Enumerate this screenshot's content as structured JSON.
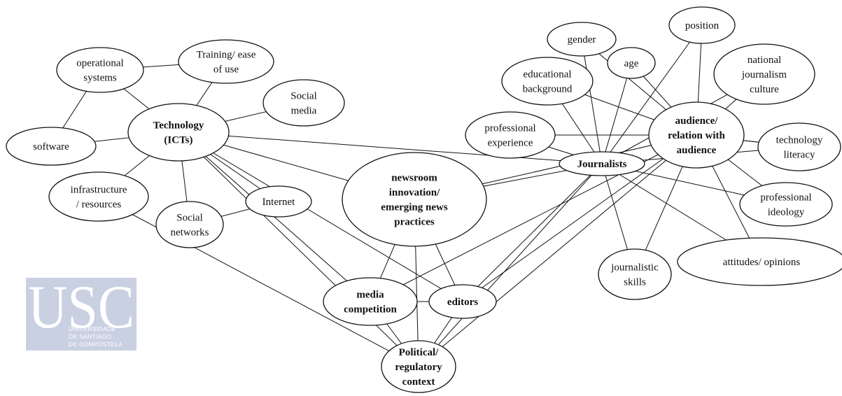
{
  "logo": {
    "letters": "USC",
    "line1": "UNIVERSIDADE",
    "line2": "DE SANTIAGO",
    "line3": "DE COMPOSTELA"
  },
  "nodes": [
    {
      "id": "operational_systems",
      "lines": [
        "operational",
        "systems"
      ],
      "bold": false
    },
    {
      "id": "training",
      "lines": [
        "Training/ ease",
        "of use"
      ],
      "bold": false
    },
    {
      "id": "technology",
      "lines": [
        "Technology",
        "(ICTs)"
      ],
      "bold": true
    },
    {
      "id": "social_media",
      "lines": [
        "Social",
        "media"
      ],
      "bold": false
    },
    {
      "id": "software",
      "lines": [
        "software"
      ],
      "bold": false
    },
    {
      "id": "infrastructure",
      "lines": [
        "infrastructure",
        "/ resources"
      ],
      "bold": false
    },
    {
      "id": "social_networks",
      "lines": [
        "Social",
        "networks"
      ],
      "bold": false
    },
    {
      "id": "internet",
      "lines": [
        "Internet"
      ],
      "bold": false
    },
    {
      "id": "newsroom",
      "lines": [
        "newsroom",
        "innovation/",
        "emerging news",
        "practices"
      ],
      "bold": true
    },
    {
      "id": "media_competition",
      "lines": [
        "media",
        "competition"
      ],
      "bold": true
    },
    {
      "id": "editors",
      "lines": [
        "editors"
      ],
      "bold": true
    },
    {
      "id": "political",
      "lines": [
        "Political/",
        "regulatory",
        "context"
      ],
      "bold": true
    },
    {
      "id": "journalists",
      "lines": [
        "Journalists"
      ],
      "bold": true
    },
    {
      "id": "gender",
      "lines": [
        "gender"
      ],
      "bold": false
    },
    {
      "id": "position",
      "lines": [
        "position"
      ],
      "bold": false
    },
    {
      "id": "age",
      "lines": [
        "age"
      ],
      "bold": false
    },
    {
      "id": "educational",
      "lines": [
        "educational",
        "background"
      ],
      "bold": false
    },
    {
      "id": "national_culture",
      "lines": [
        "national",
        "journalism",
        "culture"
      ],
      "bold": false
    },
    {
      "id": "audience",
      "lines": [
        "audience/",
        "relation with",
        "audience"
      ],
      "bold": true
    },
    {
      "id": "professional_experience",
      "lines": [
        "professional",
        "experience"
      ],
      "bold": false
    },
    {
      "id": "technology_literacy",
      "lines": [
        "technology",
        "literacy"
      ],
      "bold": false
    },
    {
      "id": "professional_ideology",
      "lines": [
        "professional",
        "ideology"
      ],
      "bold": false
    },
    {
      "id": "attitudes",
      "lines": [
        "attitudes/ opinions"
      ],
      "bold": false
    },
    {
      "id": "journalistic_skills",
      "lines": [
        "journalistic",
        "skills"
      ],
      "bold": false
    }
  ],
  "edges": [
    [
      "operational_systems",
      "training"
    ],
    [
      "operational_systems",
      "technology"
    ],
    [
      "operational_systems",
      "software"
    ],
    [
      "training",
      "technology"
    ],
    [
      "technology",
      "social_media"
    ],
    [
      "technology",
      "software"
    ],
    [
      "technology",
      "infrastructure"
    ],
    [
      "technology",
      "social_networks"
    ],
    [
      "technology",
      "internet"
    ],
    [
      "technology",
      "newsroom"
    ],
    [
      "technology",
      "journalists"
    ],
    [
      "technology",
      "media_competition"
    ],
    [
      "technology",
      "editors"
    ],
    [
      "technology",
      "political"
    ],
    [
      "social_networks",
      "internet"
    ],
    [
      "newsroom",
      "journalists"
    ],
    [
      "newsroom",
      "media_competition"
    ],
    [
      "newsroom",
      "editors"
    ],
    [
      "newsroom",
      "political"
    ],
    [
      "media_competition",
      "editors"
    ],
    [
      "media_competition",
      "political"
    ],
    [
      "editors",
      "political"
    ],
    [
      "infrastructure",
      "political"
    ],
    [
      "journalists",
      "gender"
    ],
    [
      "journalists",
      "position"
    ],
    [
      "journalists",
      "age"
    ],
    [
      "journalists",
      "educational"
    ],
    [
      "journalists",
      "national_culture"
    ],
    [
      "journalists",
      "professional_experience"
    ],
    [
      "journalists",
      "professional_ideology"
    ],
    [
      "journalists",
      "attitudes"
    ],
    [
      "journalists",
      "journalistic_skills"
    ],
    [
      "journalists",
      "editors"
    ],
    [
      "journalists",
      "political"
    ],
    [
      "audience",
      "gender"
    ],
    [
      "audience",
      "position"
    ],
    [
      "audience",
      "age"
    ],
    [
      "audience",
      "educational"
    ],
    [
      "audience",
      "national_culture"
    ],
    [
      "audience",
      "professional_experience"
    ],
    [
      "audience",
      "technology_literacy"
    ],
    [
      "audience",
      "professional_ideology"
    ],
    [
      "audience",
      "attitudes"
    ],
    [
      "audience",
      "journalistic_skills"
    ],
    [
      "audience",
      "newsroom"
    ],
    [
      "audience",
      "media_competition"
    ],
    [
      "audience",
      "editors"
    ],
    [
      "audience",
      "political"
    ],
    [
      "audience",
      "technology_literacy"
    ],
    [
      "journalists",
      "technology_literacy"
    ]
  ]
}
